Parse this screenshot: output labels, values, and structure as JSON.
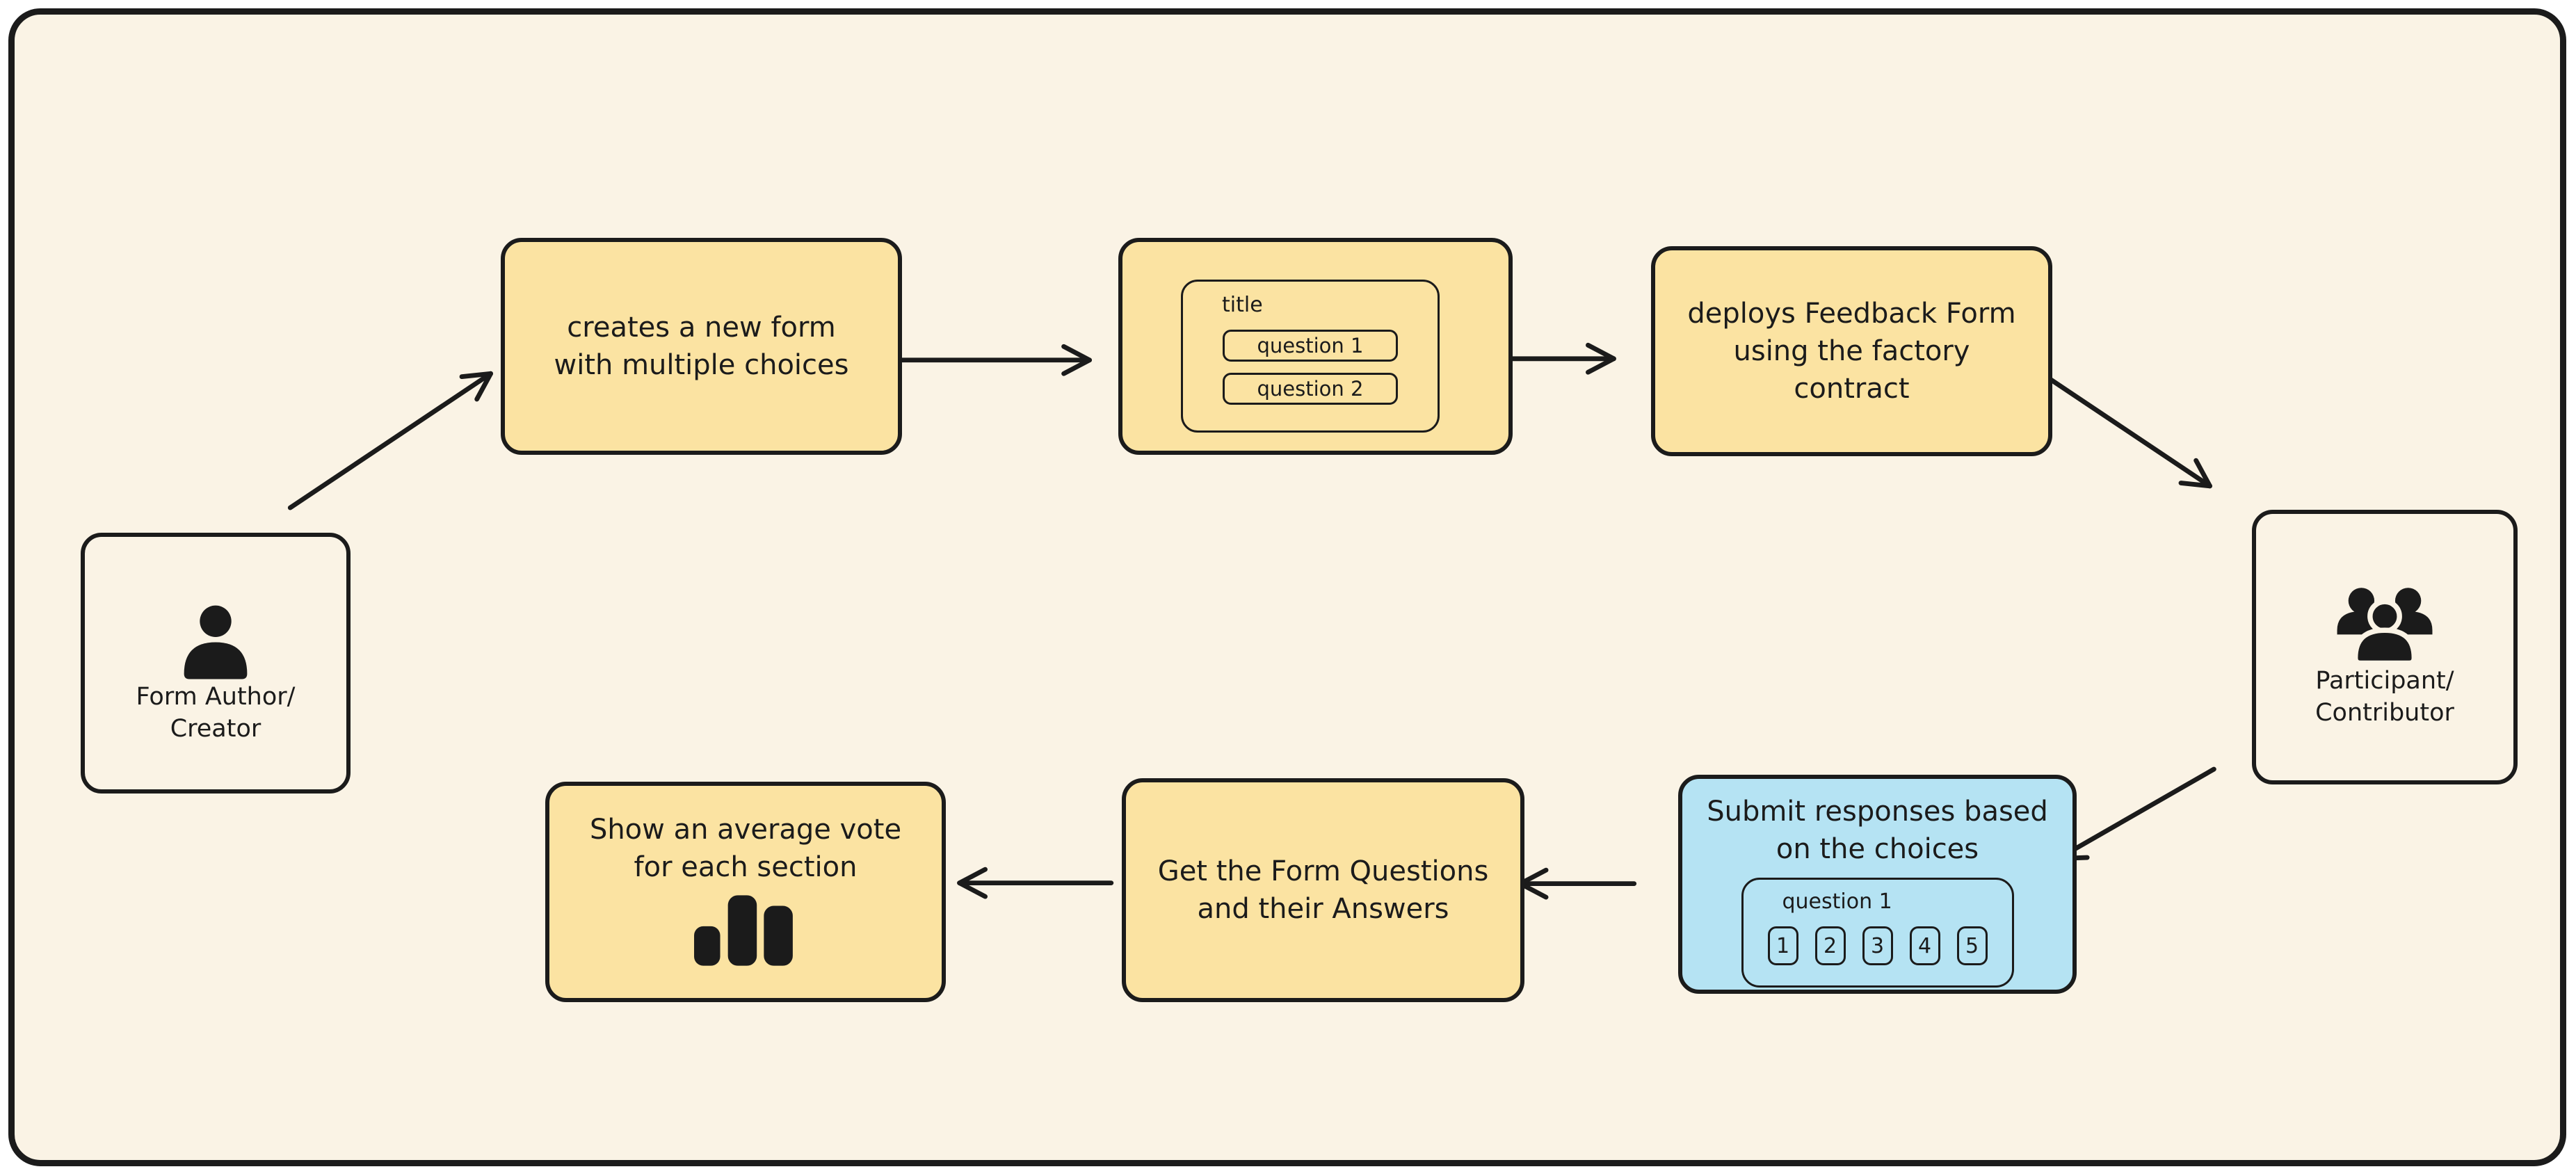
{
  "diagram": {
    "colors": {
      "background": "#faf3e5",
      "yellow": "#fbe3a2",
      "blue": "#b5e3f3",
      "stroke": "#1b1b1b"
    },
    "nodes": {
      "author": {
        "icon": "person-icon",
        "line1": "Form Author/",
        "line2": "Creator"
      },
      "create_form": {
        "line1": "creates a new form",
        "line2": "with multiple choices"
      },
      "form_preview": {
        "title": "title",
        "questions": [
          "question 1",
          "question 2"
        ]
      },
      "deploy": {
        "line1": "deploys Feedback Form",
        "line2": "using the factory",
        "line3": "contract"
      },
      "participant": {
        "icon": "people-icon",
        "line1": "Participant/",
        "line2": "Contributor"
      },
      "submit": {
        "line1": "Submit responses based",
        "line2": "on the choices",
        "question_label": "question 1",
        "choices": [
          "1",
          "2",
          "3",
          "4",
          "5"
        ]
      },
      "get_questions": {
        "line1": "Get the Form Questions",
        "line2": "and their Answers"
      },
      "show_average": {
        "icon": "bar-chart-icon",
        "line1": "Show an average vote",
        "line2": "for each section"
      }
    }
  }
}
